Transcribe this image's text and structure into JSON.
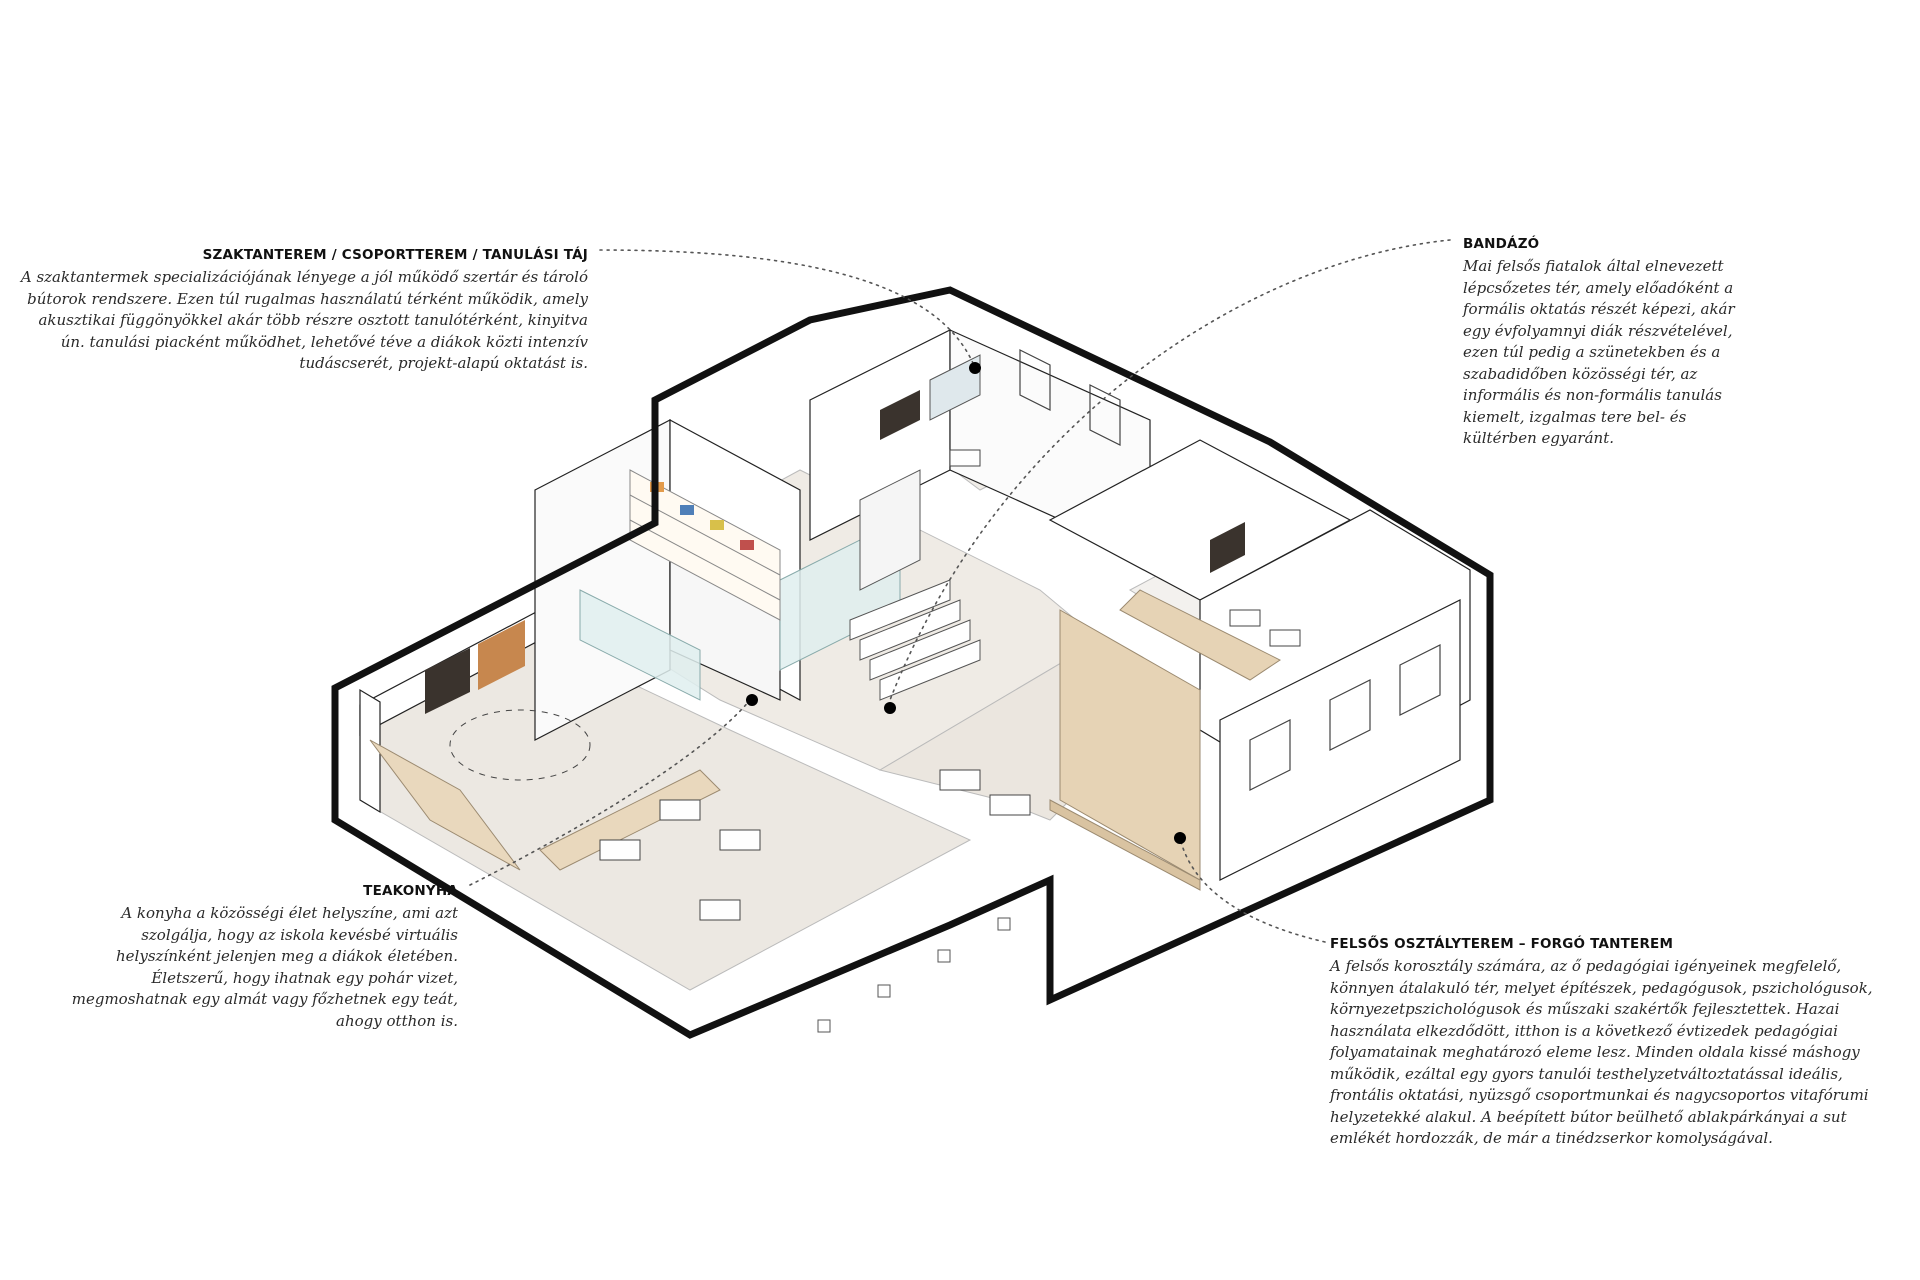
{
  "callouts": {
    "szaktanterem": {
      "title": "SZAKTANTEREM / CSOPORTTEREM / TANULÁSI TÁJ",
      "text": "A szaktantermek specializációjának lényege a jól működő szertár és tároló bútorok rendszere. Ezen túl rugalmas használatú térként működik, amely akusztikai függönyökkel akár több részre osztott tanulótérként, kinyitva ún. tanulási piacként működhet, lehetővé téve a diákok közti intenzív tudáscserét,  projekt-alapú oktatást is."
    },
    "teakonyha": {
      "title": "TEAKONYHA",
      "text": "A konyha a közösségi élet helyszíne, ami azt szolgálja, hogy az iskola kevésbé virtuális helyszínként jelenjen meg a diákok életében. Életszerű, hogy ihatnak egy pohár vizet, megmoshatnak egy almát vagy főzhetnek egy teát, ahogy otthon is."
    },
    "bandazo": {
      "title": "BANDÁZÓ",
      "text": "Mai felsős fiatalok által elnevezett lépcsőzetes tér, amely előadóként a formális oktatás részét képezi, akár egy évfolyamnyi diák részvételével, ezen túl pedig a szünetekben és a szabadidőben közösségi tér, az informális és non-formális tanulás kiemelt, izgalmas tere bel- és kültérben egyaránt."
    },
    "felsos": {
      "title": "FELSŐS OSZTÁLYTEREM – FORGÓ TANTEREM",
      "text": "A felsős korosztály számára, az ő pedagógiai igényeinek megfelelő, könnyen átalakuló tér, melyet építészek, pedagógusok, pszichológusok, környezetpszichológusok és műszaki szakértők fejlesztettek. Hazai használata elkezdődött, itthon is a következő évtizedek pedagógiai folyamatainak meghatározó eleme lesz. Minden oldala kissé máshogy működik, ezáltal egy gyors tanulói testhelyzetváltoztatással ideális, frontális oktatási, nyüzsgő csoportmunkai és nagycsoportos vitafórumi helyzetekké alakul. A beépített bútor beülhető ablakpárkányai a sut emlékét hordozzák, de már a tinédzserkor komolyságával."
    }
  },
  "colors": {
    "wall_outline": "#111111",
    "floor": "#ece8e2",
    "wall_white": "#ffffff",
    "wood": "#e6d3b5",
    "glass": "#dfeeee",
    "chalkboard": "#3a332d",
    "corkboard": "#c7874e",
    "leader_line": "#555555"
  }
}
